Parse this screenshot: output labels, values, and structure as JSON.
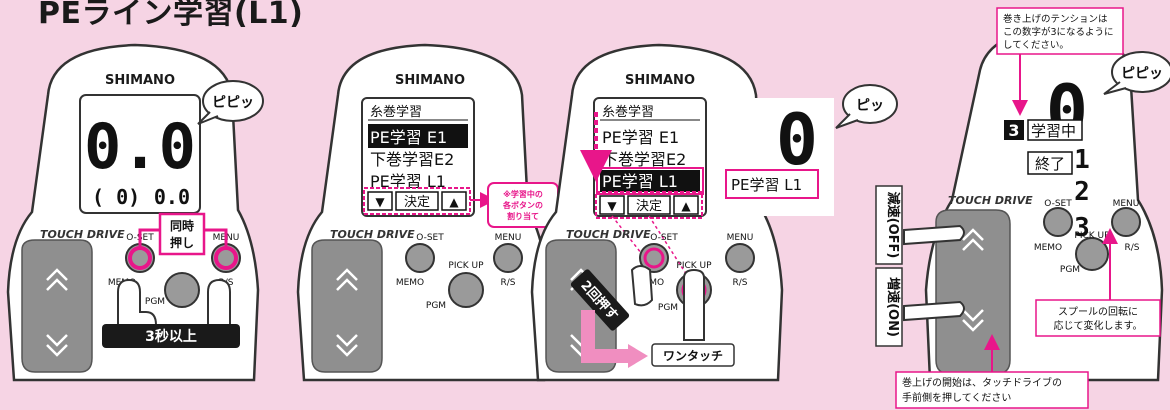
{
  "title": "PEライン学習(L1)",
  "brand": "SHIMANO",
  "touch_drive": "TOUCH DRIVE",
  "buttons": {
    "oset": "O-SET",
    "memo": "MEMO",
    "menu": "MENU",
    "rs": "R/S",
    "pickup": "PICK UP",
    "pgm": "PGM"
  },
  "panel1": {
    "display_big": "0.0",
    "display_left": "( 0)",
    "display_right": "0.0",
    "beep": "ピピッ",
    "simul_label_1": "同時",
    "simul_label_2": "押し",
    "hold_label": "3秒以上"
  },
  "panel2": {
    "menu_title": "糸巻学習",
    "menu_items": [
      "PE学習 E1",
      "下巻学習E2",
      "PE学習 L1"
    ],
    "down_key": "▼",
    "confirm_key": "決定",
    "up_key": "▲",
    "note_lines": [
      "※学習中の",
      "各ボタンの",
      "割り当て"
    ]
  },
  "panel3": {
    "menu_title": "糸巻学習",
    "menu_items": [
      "PE学習 E1",
      "下巻学習E2",
      "PE学習 L1"
    ],
    "down_key": "▼",
    "confirm_key": "決定",
    "up_key": "▲",
    "beep": "ピッ",
    "zoom_big": "0",
    "zoom_label": "PE学習 L1",
    "press_twice": "2回押す",
    "one_touch": "ワンタッチ"
  },
  "panel4": {
    "beep": "ピピッ",
    "display_big": "0",
    "count": "3",
    "learning": "学習中",
    "end": "終了",
    "decel_label": "減速(OFF)",
    "accel_label": "増速(ON)",
    "tension_note": [
      "巻き上げのテンションは",
      "この数字が3になるように",
      "してください。"
    ],
    "spool_note": [
      "スプールの回転に",
      "応じて変化します。"
    ],
    "start_note": [
      "巻上げの開始は、タッチドライブの",
      "手前側を押してください"
    ],
    "sequence": [
      "1",
      "2",
      "3"
    ]
  },
  "colors": {
    "background": "#f6d4e4",
    "accent": "#e8168a",
    "body": "#ffffff",
    "pad": "#8f8f8f",
    "dark": "#1a1a1a"
  }
}
